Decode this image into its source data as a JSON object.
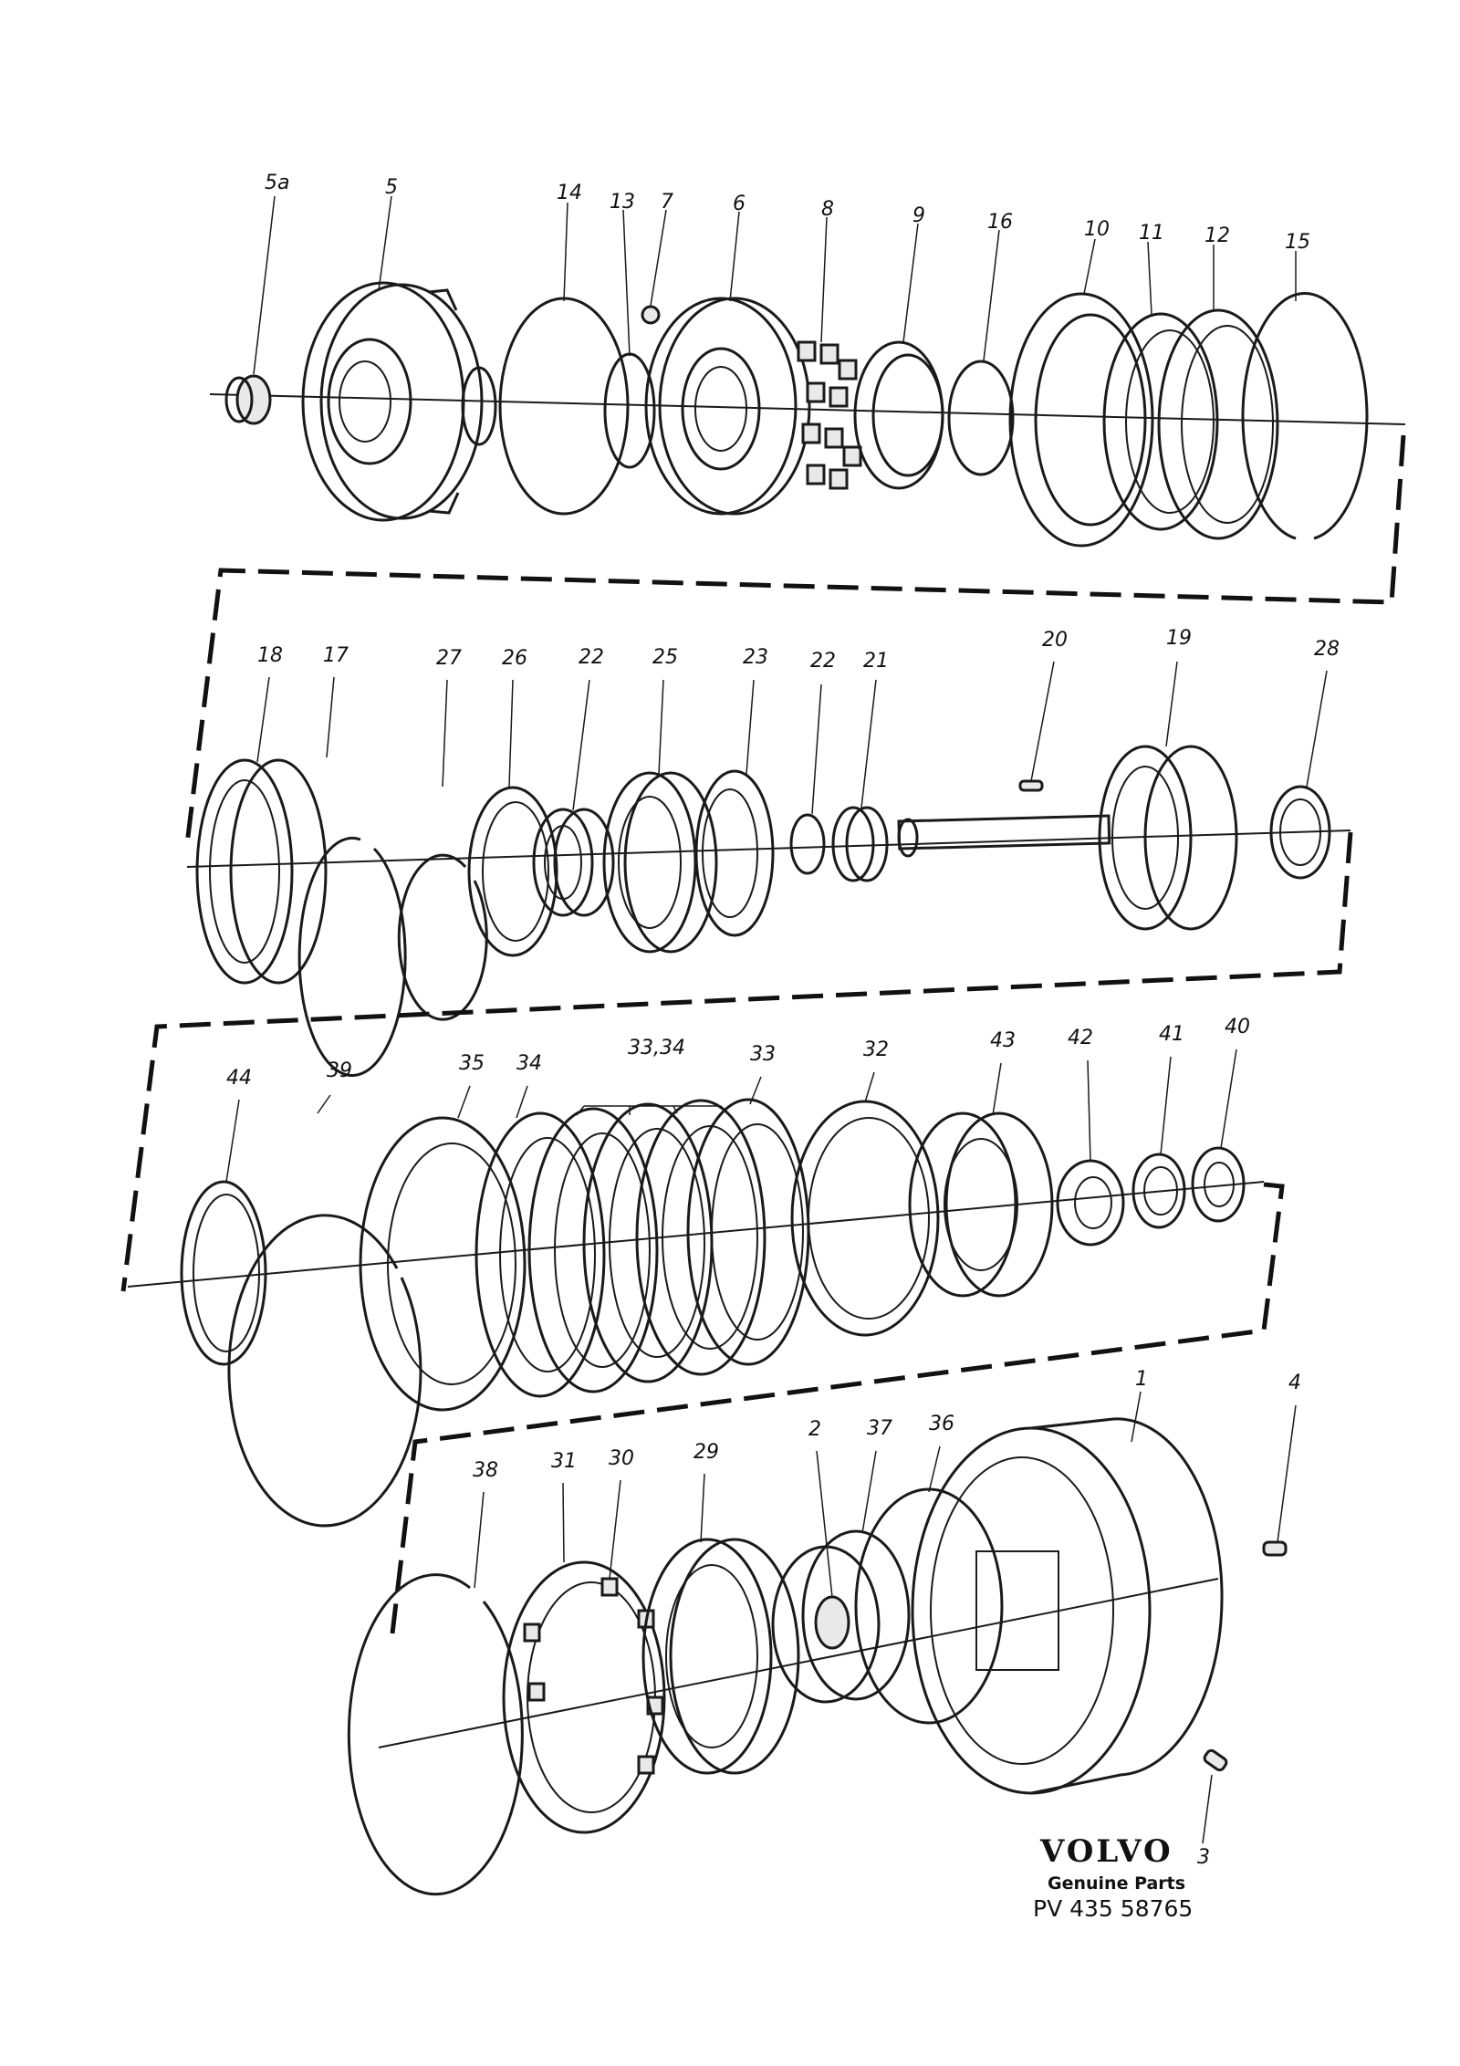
{
  "labels": {
    "row1": [
      "5a",
      "5",
      "14",
      "13",
      "7",
      "6",
      "8",
      "9",
      "16",
      "10",
      "11",
      "12",
      "15"
    ],
    "row2": [
      "18",
      "17",
      "27",
      "26",
      "22",
      "25",
      "23",
      "22",
      "21",
      "20",
      "19",
      "28"
    ],
    "row3": [
      "44",
      "39",
      "35",
      "34",
      "33,34",
      "33",
      "32",
      "43",
      "42",
      "41",
      "40"
    ],
    "row4": [
      "38",
      "31",
      "30",
      "29",
      "2",
      "37",
      "36",
      "1",
      "4",
      "3"
    ]
  },
  "brand": {
    "logo_text": "VOLVO",
    "subtitle": "Genuine Parts",
    "part_number": "PV 435 58765"
  }
}
